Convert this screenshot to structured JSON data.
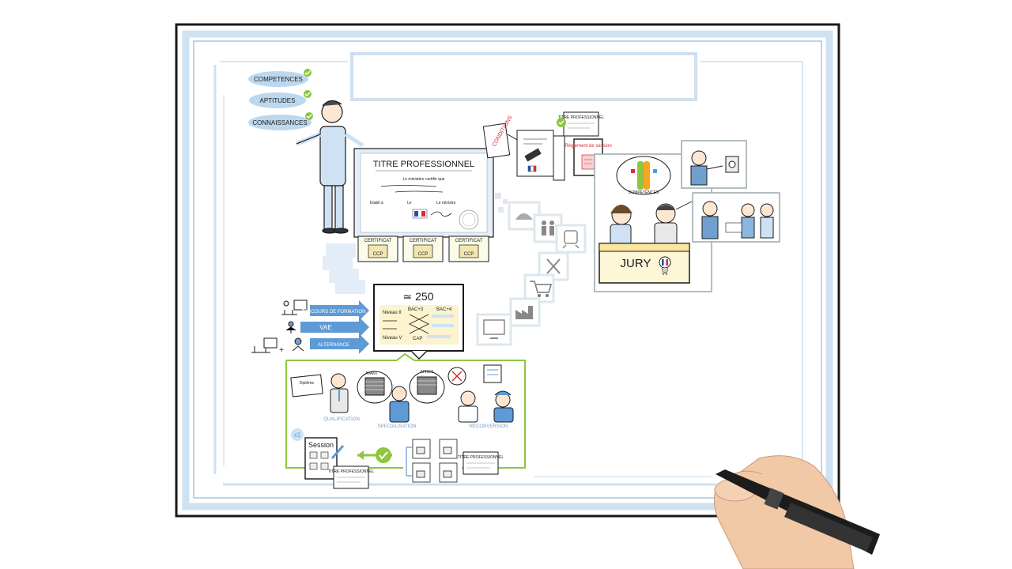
{
  "pills": [
    "COMPETENCES",
    "APTITUDES",
    "CONNAISSANCES"
  ],
  "certificate": {
    "title": "TITRE PROFESSIONNEL",
    "subtitle": "Le ministère certifie que",
    "etabli": "Etabli à",
    "le": "Le",
    "ministre": "Le ministre"
  },
  "ccp": {
    "header": "CERTIFICAT",
    "label": "CCP"
  },
  "docs": {
    "conditions": "CONDITIONS",
    "reglement": "Règlement de session",
    "titre_pro": "TITRE PROFESSIONNEL"
  },
  "jury": {
    "label": "JURY",
    "competences": "COMPETENCES"
  },
  "pathways": [
    "PARCOURS DE FORMATION",
    "VAE",
    "ALTERNANCE"
  ],
  "levels": {
    "count": "≃ 250",
    "rows": [
      "Niveau II",
      "Niveau V"
    ],
    "bac3": "BAC+3",
    "bac4": "BAC+4",
    "cap": "CAP"
  },
  "bubbles": {
    "avant": "AVANT",
    "apres": "APRES",
    "diplome": "Diplôme"
  },
  "roles": [
    "QUALIFICATION",
    "SPECIALISATION",
    "RECONVERSION"
  ],
  "session": {
    "label": "Session",
    "multiplier": "x1",
    "titre_pro": "TITRE PROFESSIONNEL"
  },
  "colors": {
    "accent_green": "#8dc63f",
    "pill_blue": "#bcd8ef",
    "frame_blue": "#dbe9f6",
    "arrow_blue": "#5d9ad6",
    "red": "#d62d36"
  }
}
